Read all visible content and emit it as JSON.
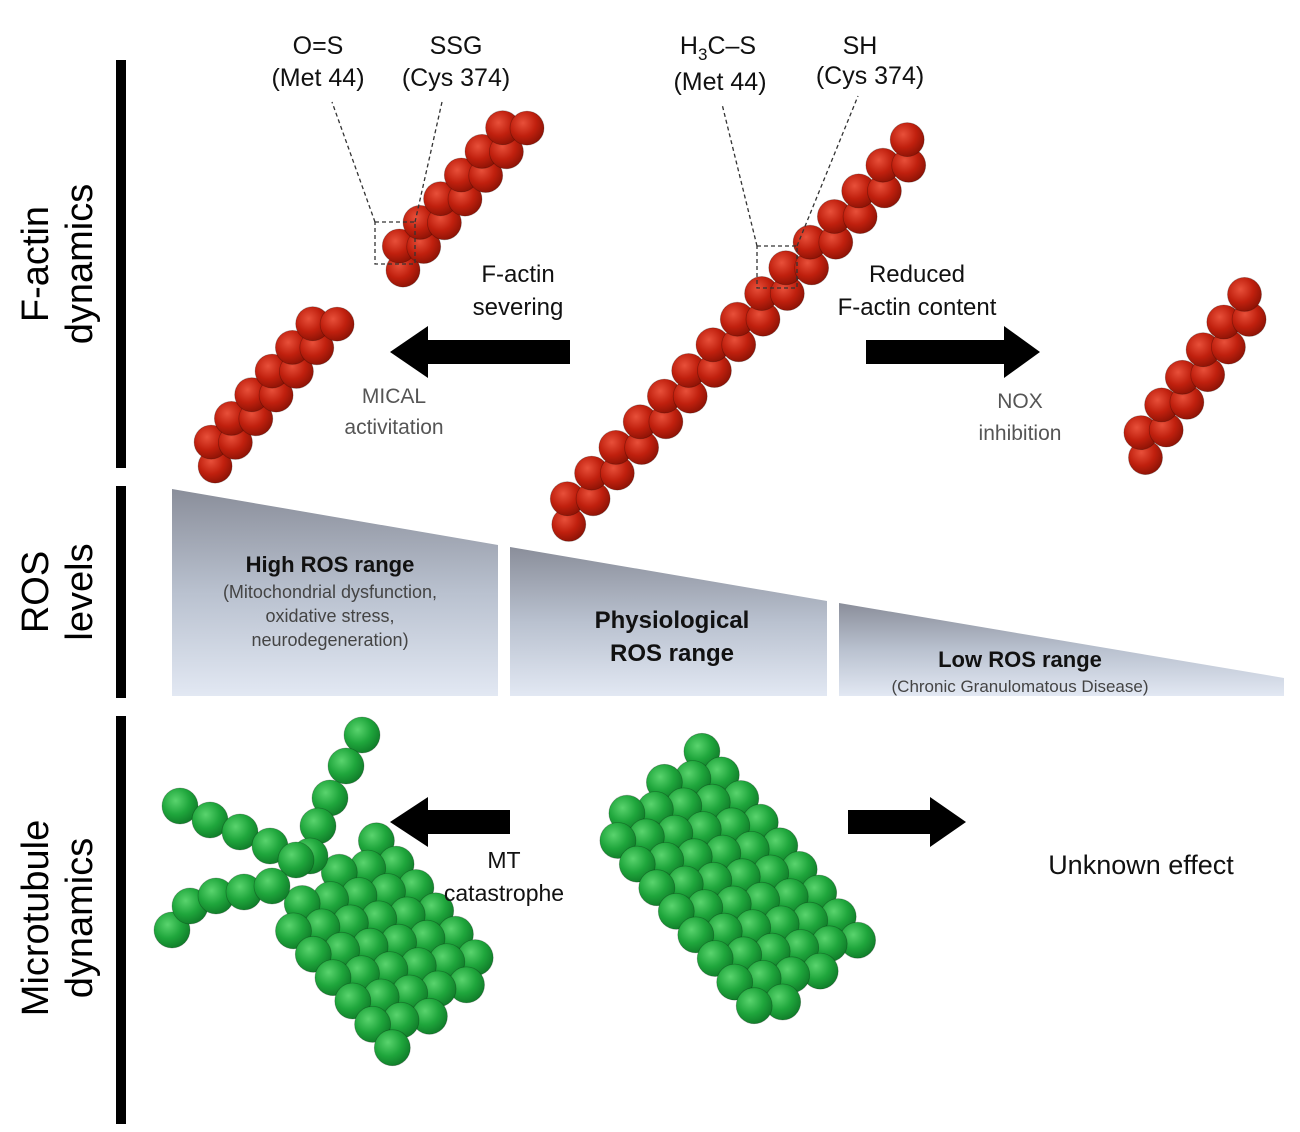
{
  "sections": {
    "factin": {
      "line1": "F-actin",
      "line2": "dynamics"
    },
    "ros": {
      "line1": "ROS",
      "line2": "levels"
    },
    "mt": {
      "line1": "Microtubule",
      "line2": "dynamics"
    }
  },
  "residues": {
    "ox_met_mod": "O=S",
    "ox_met_res": "(Met 44)",
    "ox_cys_mod": "SSG",
    "ox_cys_res": "(Cys 374)",
    "red_met_mod_a": "H",
    "red_met_mod_sub": "3",
    "red_met_mod_b": "C–S",
    "red_met_res": "(Met 44)",
    "red_cys_mod": "SH",
    "red_cys_res": "(Cys 374)"
  },
  "factin_effects": {
    "left_title_1": "F-actin",
    "left_title_2": "severing",
    "left_cause_1": "MICAL",
    "left_cause_2": "activitation",
    "right_title_1": "Reduced",
    "right_title_2": "F-actin content",
    "right_cause_1": "NOX",
    "right_cause_2": "inhibition"
  },
  "ros_ranges": {
    "high_title": "High ROS range",
    "high_desc_1": "(Mitochondrial dysfunction,",
    "high_desc_2": "oxidative stress,",
    "high_desc_3": "neurodegeneration)",
    "phys_title_1": "Physiological",
    "phys_title_2": "ROS range",
    "low_title": "Low ROS range",
    "low_desc": "(Chronic Granulomatous Disease)"
  },
  "mt_effects": {
    "left_1": "MT",
    "left_2": "catastrophe",
    "right": "Unknown effect"
  },
  "colors": {
    "actin": "#c0200e",
    "microtubule": "#1fa63c",
    "ros_dark": "#8a8e9a",
    "ros_light": "#e2e8f3",
    "arrow": "#000000"
  }
}
